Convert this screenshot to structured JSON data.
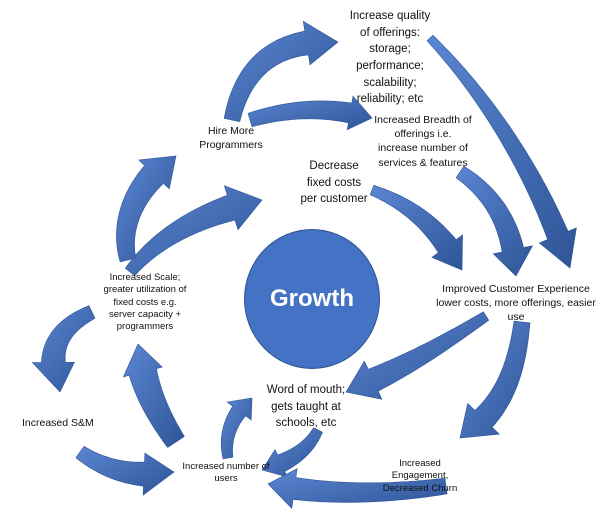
{
  "center": {
    "label": "Growth"
  },
  "nodes": {
    "quality": "Increase quality\nof offerings:\nstorage;\nperformance;\nscalability;\nreliability; etc",
    "breadth": "Increased Breadth of\nofferings i.e.\nincrease number of\nservices & features",
    "hire": "Hire More\nProgrammers",
    "fixed_costs": "Decrease\nfixed costs\nper customer",
    "customer_experience": "Improved Customer Experience\nlower costs, more offerings, easier\nuse",
    "scale": "Increased Scale;\ngreater utilization of\nfixed costs e.g.\nserver capacity +\nprogrammers",
    "word_of_mouth": "Word of mouth;\ngets taught at\nschools, etc",
    "sm": "Increased S&M",
    "users": "Increased number of\nusers",
    "engagement": "Increased\nEngagement,\nDecreased Churn"
  },
  "colors": {
    "arrow": "#4472c4",
    "arrow_dark": "#2e5597",
    "core": "#4472c4"
  }
}
